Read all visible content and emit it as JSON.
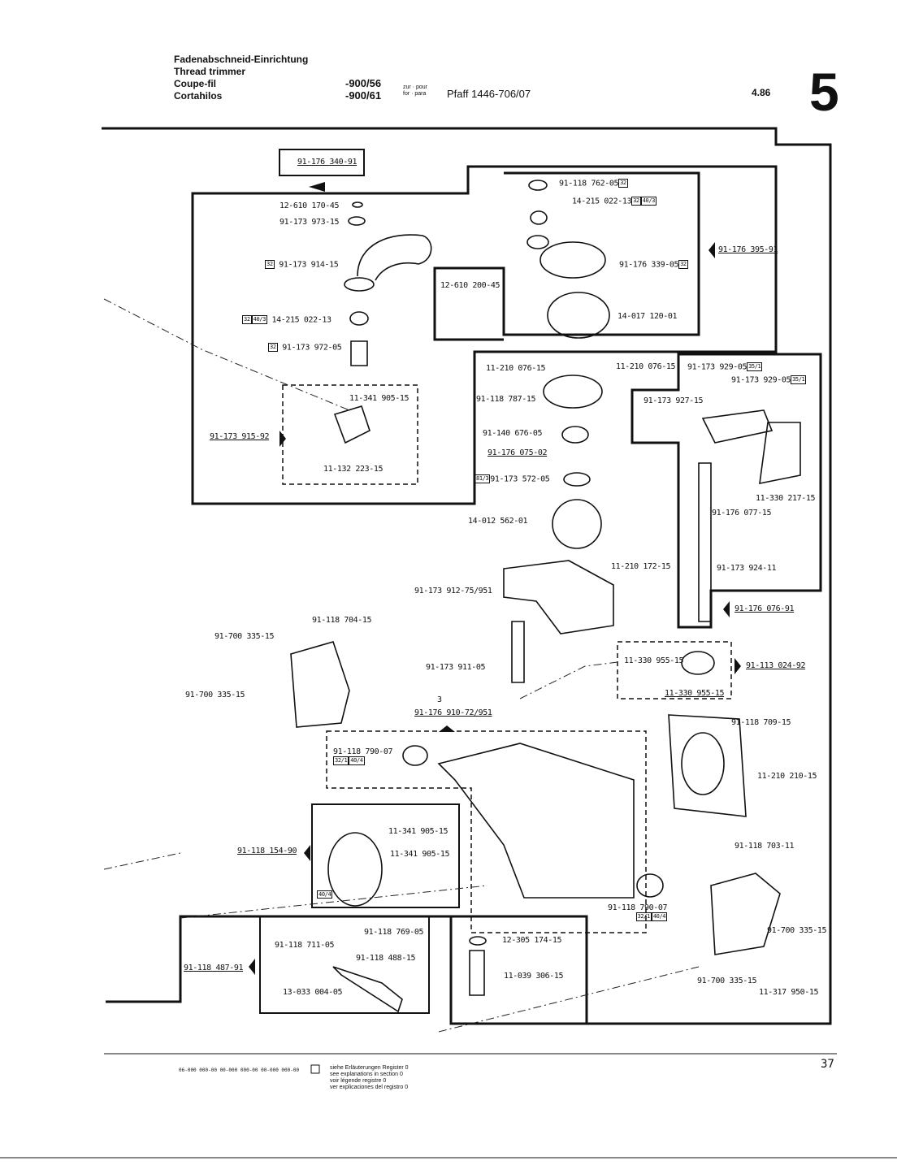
{
  "header": {
    "title_de": "Fadenabschneid-Einrichtung",
    "title_en": "Thread trimmer",
    "title_fr": "Coupe-fil",
    "title_es": "Cortahilos",
    "variant1": "-900/56",
    "variant2": "-900/61",
    "zur_pour": "zur · pour",
    "for_para": "for · para",
    "machine": "Pfaff 1446-706/07",
    "date": "4.86",
    "section_number": "5"
  },
  "parts": {
    "p1": "91-176 340-91",
    "p2": "12-610 170-45",
    "p3": "91-173 973-15",
    "p4": "91-173 914-15",
    "p5": "14-215 022-13",
    "p6": "91-173 972-05",
    "p7": "11-341 905-15",
    "p8": "91-173 915-92",
    "p9": "11-132 223-15",
    "p10": "91-118 762-05",
    "p11": "14-215 022-13",
    "p12": "91-176 395-91",
    "p13": "91-176 339-05",
    "p14": "12-610 200-45",
    "p15": "14-017 120-01",
    "p16": "11-210 076-15",
    "p17": "11-210 076-15",
    "p18": "91-118 787-15",
    "p19": "91-140 676-05",
    "p20": "91-176 075-02",
    "p21": "91-173 572-05",
    "p22": "14-012 562-01",
    "p23": "11-210 172-15",
    "p24": "91-173 912-75/951",
    "p25": "91-173 929-05",
    "p26": "91-173 929-05",
    "p27": "91-173 927-15",
    "p28": "11-330 217-15",
    "p29": "91-176 077-15",
    "p30": "91-173 924-11",
    "p31": "91-176 076-91",
    "p32": "91-118 704-15",
    "p33": "91-700 335-15",
    "p34": "91-700 335-15",
    "p35": "91-173 911-05",
    "p36": "11-330 955-15",
    "p37": "91-113 024-92",
    "p38": "11-330 955-15",
    "p39": "91-176 910-72/951",
    "p40": "91-118 709-15",
    "p41": "91-118 790-07",
    "p42": "11-210 210-15",
    "p43": "11-341 905-15",
    "p44": "11-341 905-15",
    "p45": "91-118 154-90",
    "p46": "91-118 703-11",
    "p47": "91-118 790-07",
    "p48": "91-700 335-15",
    "p49": "91-118 769-05",
    "p50": "91-118 711-05",
    "p51": "91-118 488-15",
    "p52": "91-118 487-91",
    "p53": "13-033 004-05",
    "p54": "12-305 174-15",
    "p55": "11-039 306-15",
    "p56": "91-700 335-15",
    "p57": "11-317 950-15",
    "fig_mark": "3"
  },
  "tags": {
    "t32": "32",
    "t40_3": "40/3",
    "t35_1": "35/1",
    "t81_3": "81/3",
    "t32_1": "32/1",
    "t40_4": "40/4"
  },
  "footer": {
    "codes": "06-000 000-00   00-000 000-00   00-000 000-00",
    "legend_de": "siehe Erläuterungen Register 0",
    "legend_en": "see explanations in section 0",
    "legend_fr": "voir légende registre 0",
    "legend_es": "ver explicaciones del registro 0",
    "page_number": "37"
  }
}
